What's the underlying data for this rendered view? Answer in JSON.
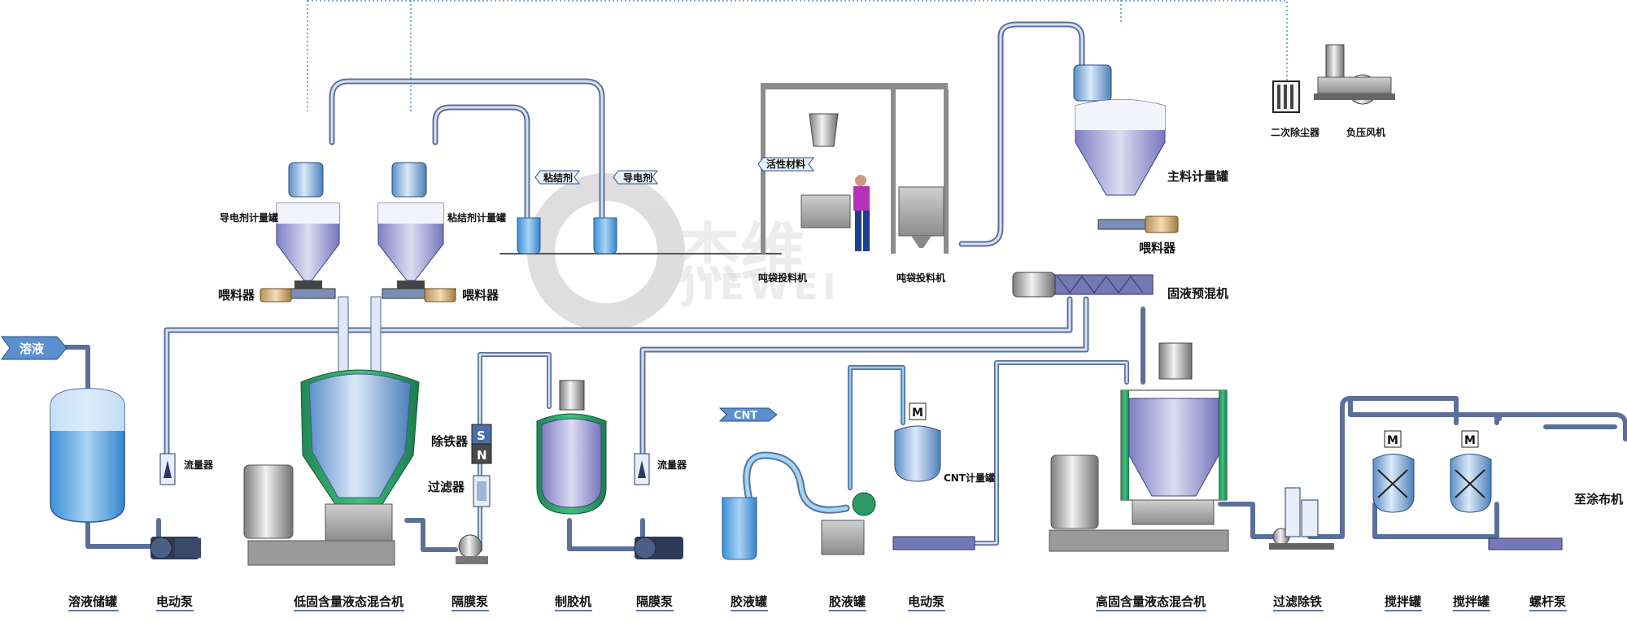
{
  "diagram": {
    "watermark": {
      "brand_cn": "杰维",
      "brand_en": "JIEWEI"
    },
    "tags": {
      "solution": "溶液",
      "binder": "粘结剂",
      "conductive": "导电剂",
      "active": "活性材料",
      "cnt": "CNT"
    },
    "labels": {
      "conductive_meter_tank": "导电剂计量罐",
      "binder_meter_tank": "粘结剂计量罐",
      "feeder_left": "喂料器",
      "feeder_mid": "喂料器",
      "feeder_right": "喂料器",
      "main_meter_tank": "主料计量罐",
      "secondary_dust": "二次除尘器",
      "negative_fan": "负压风机",
      "ton_bag_1": "吨袋投料机",
      "ton_bag_2": "吨袋投料机",
      "solid_liquid_premixer": "固液预混机",
      "flowmeter_1": "流量器",
      "flowmeter_2": "流量器",
      "iron_remover": "除铁器",
      "filter": "过滤器",
      "cnt_meter_tank": "CNT计量罐",
      "to_coater": "至涂布机",
      "magnet_s": "S",
      "magnet_n": "N",
      "motor_m1": "M",
      "motor_m2": "M",
      "motor_m3": "M"
    },
    "bottom_labels": [
      "溶液储罐",
      "电动泵",
      "低固含量液态混合机",
      "隔膜泵",
      "制胶机",
      "隔膜泵",
      "胶液罐",
      "胶液罐",
      "电动泵",
      "高固含量液态混合机",
      "过滤除铁",
      "搅拌罐",
      "搅拌罐",
      "螺杆泵"
    ]
  }
}
